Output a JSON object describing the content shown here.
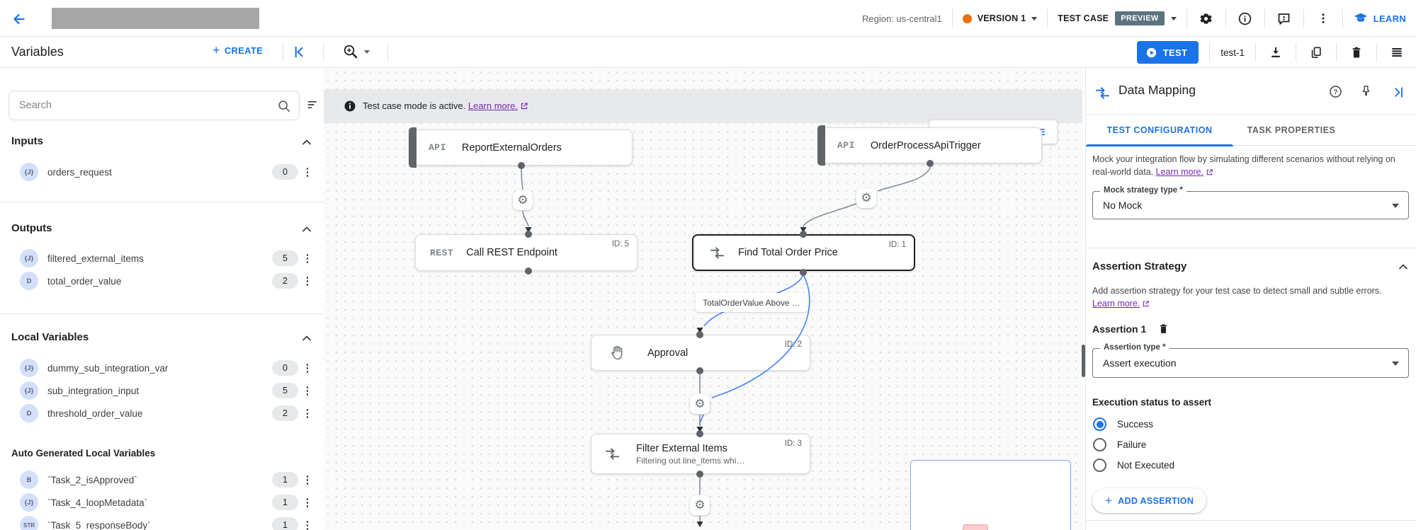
{
  "topbar": {
    "region": "Region: us-central1",
    "version": "VERSION 1",
    "test_case": "TEST CASE",
    "preview": "PREVIEW",
    "learn": "LEARN"
  },
  "actionbar": {
    "title": "Variables",
    "create": "CREATE",
    "test": "TEST",
    "test_name": "test-1"
  },
  "variables_panel": {
    "search_placeholder": "Search",
    "sections": [
      {
        "title": "Inputs",
        "items": [
          {
            "type": "{J}",
            "name": "orders_request",
            "count": "0"
          }
        ]
      },
      {
        "title": "Outputs",
        "items": [
          {
            "type": "{J}",
            "name": "filtered_external_items",
            "count": "5"
          },
          {
            "type": "D",
            "name": "total_order_value",
            "count": "2"
          }
        ]
      },
      {
        "title": "Local Variables",
        "items": [
          {
            "type": "{J}",
            "name": "dummy_sub_integration_var",
            "count": "0"
          },
          {
            "type": "{J}",
            "name": "sub_integration_input",
            "count": "5"
          },
          {
            "type": "D",
            "name": "threshold_order_value",
            "count": "2"
          }
        ]
      }
    ],
    "auto_title": "Auto Generated Local Variables",
    "auto_items": [
      {
        "type": "B",
        "name": "`Task_2_isApproved`",
        "count": "1"
      },
      {
        "type": "{J}",
        "name": "`Task_4_loopMetadata`",
        "count": "1"
      },
      {
        "type": "STR",
        "name": "`Task_5_responseBody`",
        "count": "1"
      }
    ]
  },
  "canvas": {
    "banner": {
      "message": "Test case mode is active.",
      "link": "Learn more.",
      "exit": "EXIT TEST CASE MODE"
    },
    "nodes": {
      "report": {
        "type_label": "API",
        "title": "ReportExternalOrders"
      },
      "trigger": {
        "type_label": "API",
        "title": "OrderProcessApiTrigger"
      },
      "rest": {
        "type_label": "REST",
        "title": "Call REST Endpoint",
        "id": "ID: 5"
      },
      "find": {
        "title": "Find Total Order Price",
        "id": "ID: 1"
      },
      "approval": {
        "title": "Approval",
        "id": "ID: 2"
      },
      "filter": {
        "title": "Filter External Items",
        "subtitle": "Filtering out line_items whi…",
        "id": "ID: 3"
      }
    },
    "edge_label": "TotalOrderValue Above …"
  },
  "dm": {
    "title": "Data Mapping",
    "tabs": [
      "TEST CONFIGURATION",
      "TASK PROPERTIES"
    ],
    "mock": {
      "description": "Mock your integration flow by simulating different scenarios without relying on real-world data.",
      "learn_more": "Learn more.",
      "field_label": "Mock strategy type *",
      "field_value": "No Mock"
    },
    "assertion": {
      "heading": "Assertion Strategy",
      "description": "Add assertion strategy for your test case to detect small and subtle errors.",
      "learn_more": "Learn more.",
      "item_label": "Assertion 1",
      "type_label": "Assertion type *",
      "type_value": "Assert execution",
      "status_heading": "Execution status to assert",
      "options": [
        {
          "label": "Success",
          "selected": true
        },
        {
          "label": "Failure",
          "selected": false
        },
        {
          "label": "Not Executed",
          "selected": false
        }
      ],
      "add_button": "ADD ASSERTION"
    }
  },
  "colors": {
    "accent_blue": "#1a73e8",
    "version_dot_orange": "#e8710a",
    "preview_badge": "#5c7380",
    "link_purple": "#7627bb",
    "canvas_bg": "#fafafa"
  }
}
